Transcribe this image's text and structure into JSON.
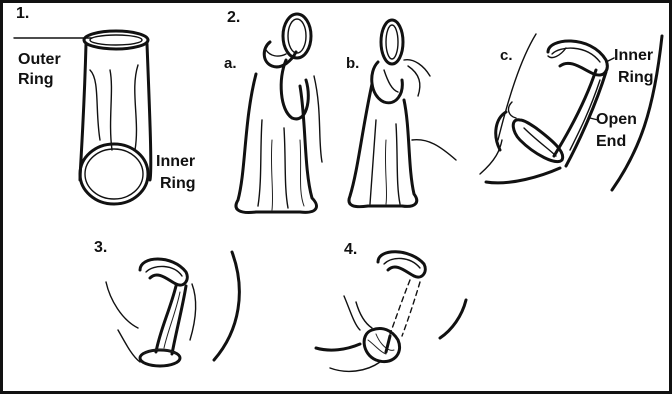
{
  "steps": {
    "s1": {
      "number": "1."
    },
    "s2": {
      "number": "2.",
      "sub_a": "a.",
      "sub_b": "b.",
      "sub_c": "c."
    },
    "s3": {
      "number": "3."
    },
    "s4": {
      "number": "4."
    }
  },
  "labels": {
    "outer_ring": [
      "Outer",
      "Ring"
    ],
    "inner_ring_1": [
      "Inner",
      "Ring"
    ],
    "inner_ring_2": [
      "Inner",
      "Ring"
    ],
    "open_end": [
      "Open",
      "End"
    ]
  }
}
